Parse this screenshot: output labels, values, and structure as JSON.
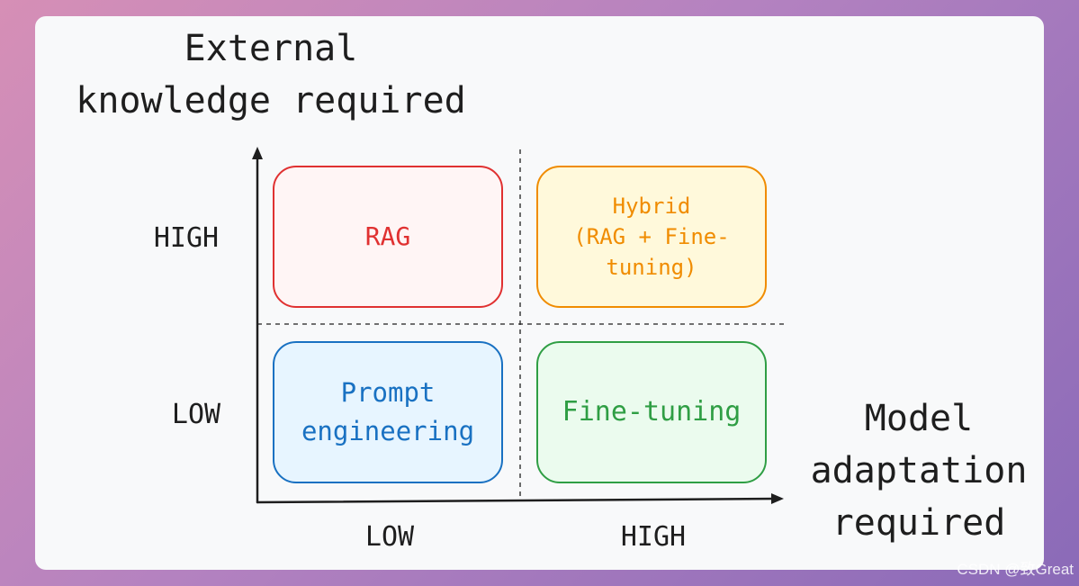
{
  "axes": {
    "y_title": "External\nknowledge required",
    "x_title": "Model\nadaptation\nrequired",
    "y_ticks": {
      "high": "HIGH",
      "low": "LOW"
    },
    "x_ticks": {
      "low": "LOW",
      "high": "HIGH"
    }
  },
  "quadrants": {
    "rag": {
      "label": "RAG",
      "color": "#e03131"
    },
    "hybrid": {
      "label": "Hybrid\n(RAG + Fine-\ntuning)",
      "color": "#f08c00"
    },
    "prompt": {
      "label": "Prompt\nengineering",
      "color": "#1971c2"
    },
    "fine_tuning": {
      "label": "Fine-tuning",
      "color": "#2f9e44"
    }
  },
  "watermark": "CSDN @致Great"
}
